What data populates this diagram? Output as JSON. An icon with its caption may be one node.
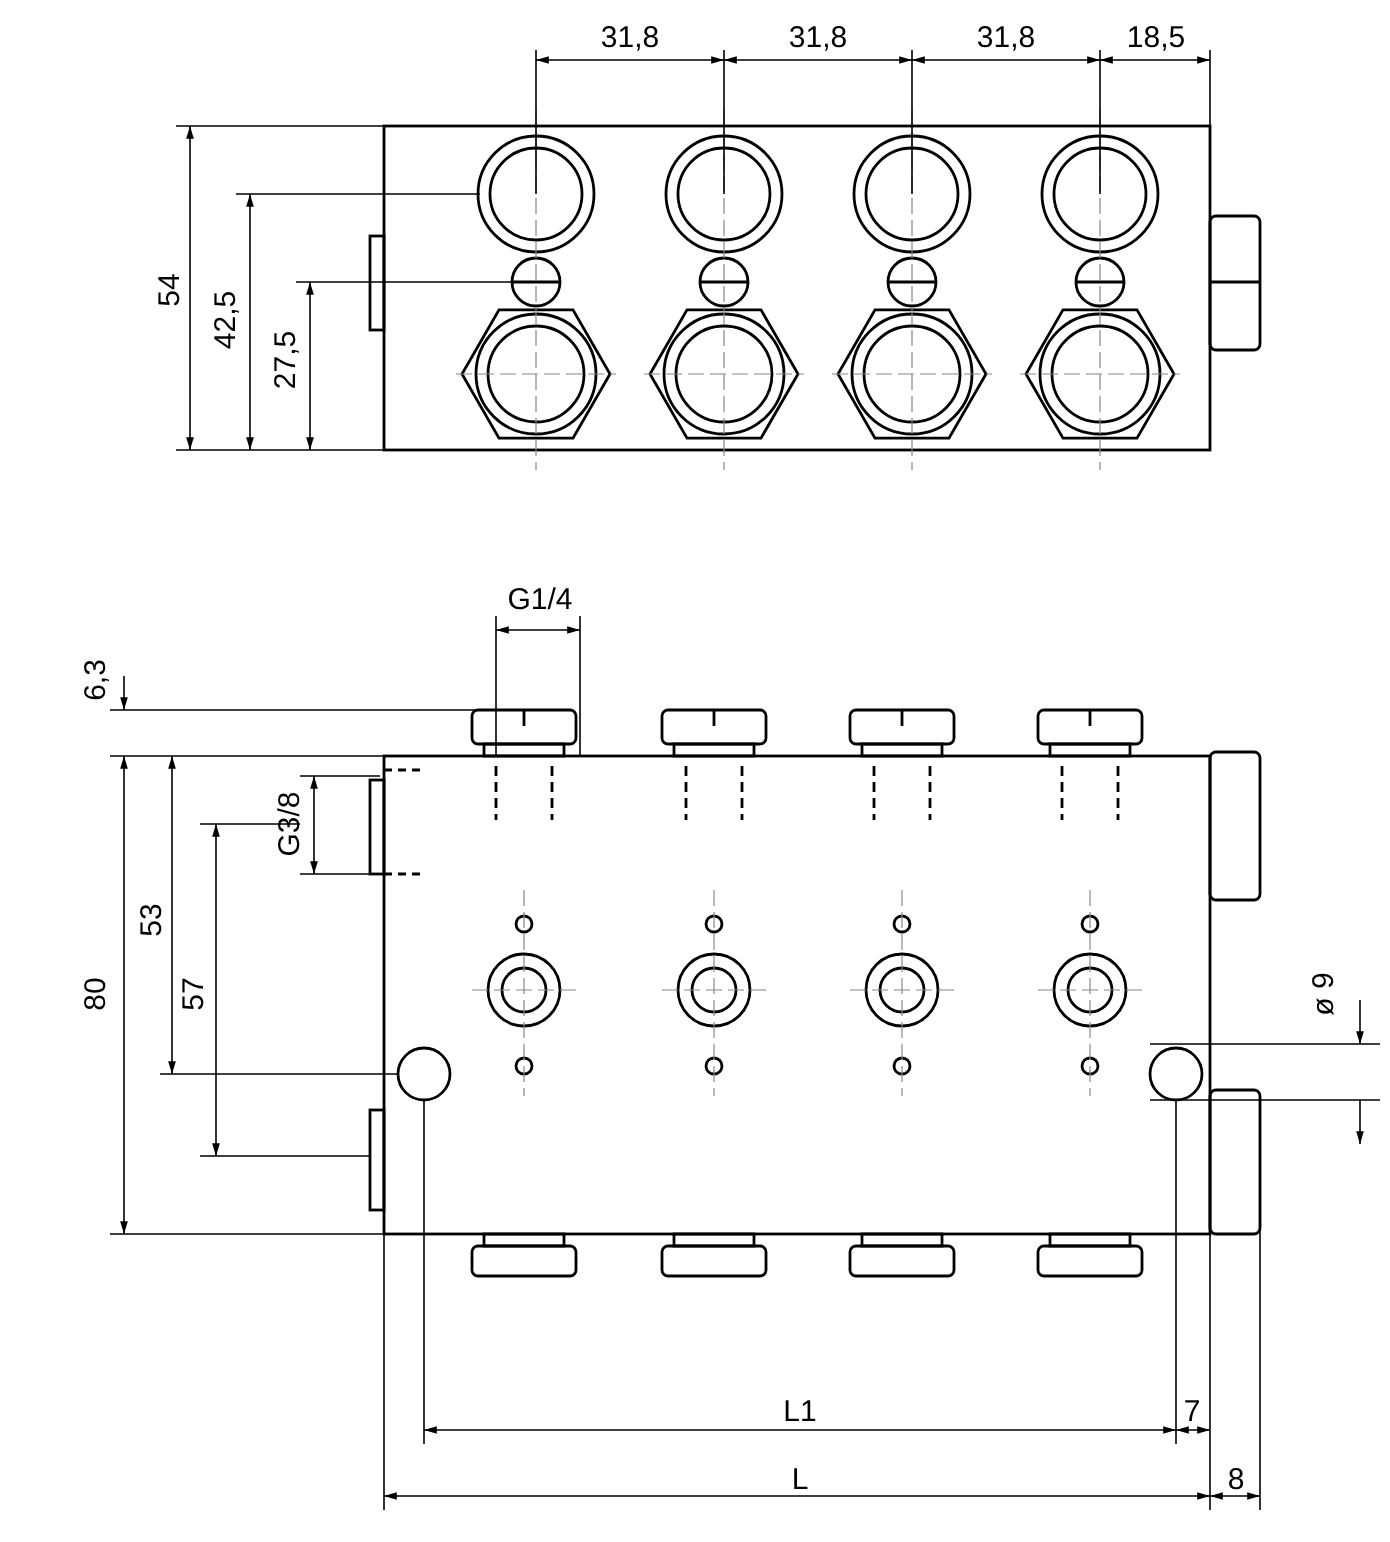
{
  "diagram": {
    "labels": [
      "31,8",
      "31,8",
      "31,8",
      "18,5",
      "54",
      "42,5",
      "27,5",
      "G1/4",
      "6,3",
      "G3/8",
      "53",
      "80",
      "57",
      "ø 9",
      "L1",
      "7",
      "L",
      "8"
    ]
  }
}
